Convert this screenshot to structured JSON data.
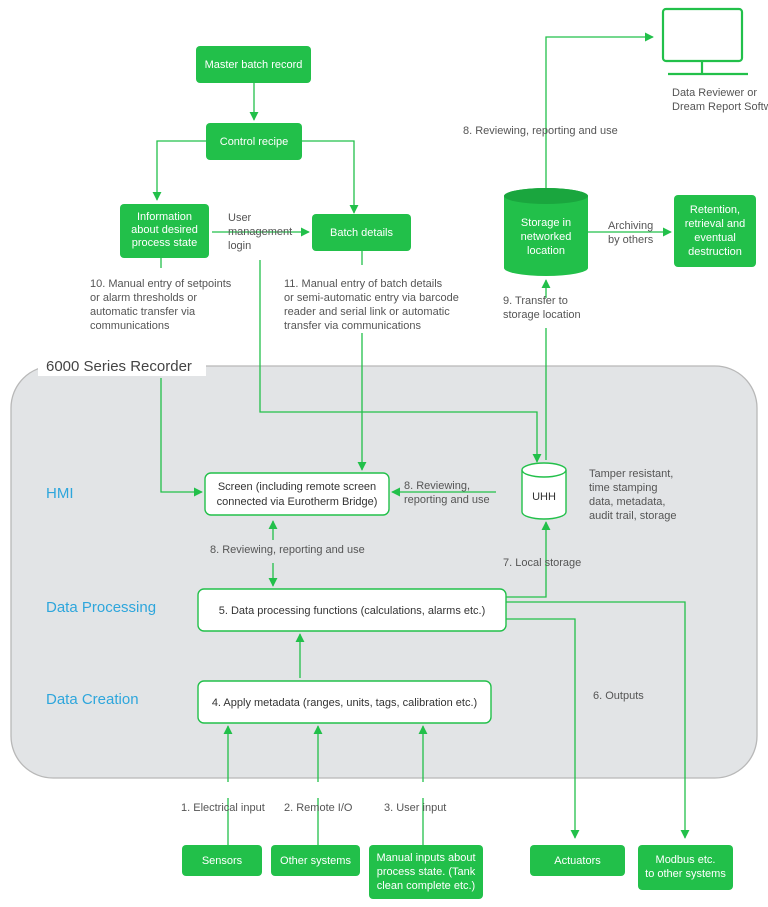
{
  "recorder_title": "6000 Series Recorder",
  "layers": {
    "hmi": "HMI",
    "data_processing": "Data Processing",
    "data_creation": "Data Creation"
  },
  "boxes": {
    "master_batch_record": "Master batch record",
    "control_recipe": "Control recipe",
    "information_desired_state": [
      "Information",
      "about desired",
      "process state"
    ],
    "batch_details": "Batch details",
    "storage_networked": [
      "Storage in",
      "networked",
      "location"
    ],
    "retention": [
      "Retention,",
      "retrieval and",
      "eventual",
      "destruction"
    ],
    "screen": [
      "Screen (including remote screen",
      "connected via Eurotherm Bridge)"
    ],
    "uhh": "UHH",
    "data_processing_functions": "5. Data processing functions (calculations, alarms etc.)",
    "apply_metadata": "4. Apply metadata (ranges, units, tags, calibration etc.)",
    "sensors": "Sensors",
    "other_systems": "Other systems",
    "manual_inputs": [
      "Manual inputs about",
      "process state. (Tank",
      "clean complete etc.)"
    ],
    "actuators": "Actuators",
    "modbus": [
      "Modbus etc.",
      "to other systems"
    ]
  },
  "labels": {
    "data_reviewer": [
      "Data Reviewer or",
      "Dream Report Software"
    ],
    "reviewing_top": "8. Reviewing, reporting and use",
    "user_management": [
      "User",
      "management",
      "login"
    ],
    "archiving": [
      "Archiving",
      "by others"
    ],
    "manual_entry_setpoints": [
      "10. Manual entry of setpoints",
      "or alarm thresholds or",
      "automatic transfer via",
      "communications"
    ],
    "manual_entry_batch": [
      "11. Manual entry of batch details",
      "or semi-automatic entry via barcode",
      "reader and serial link or automatic",
      "transfer via communications"
    ],
    "transfer_storage": [
      "9. Transfer to",
      "storage location"
    ],
    "tamper": [
      "Tamper resistant,",
      "time stamping",
      "data, metadata,",
      "audit trail, storage"
    ],
    "reviewing_hmi": [
      "8. Reviewing,",
      "reporting and use"
    ],
    "reviewing_screen": "8. Reviewing, reporting and use",
    "local_storage": "7. Local storage",
    "outputs": "6. Outputs",
    "electrical_input": "1. Electrical input",
    "remote_io": "2. Remote I/O",
    "user_input": "3. User input"
  },
  "icons": {
    "monitor": "monitor-icon",
    "cylinder_storage": "database-cylinder-icon",
    "uhh_cylinder": "database-cylinder-icon"
  },
  "colors": {
    "accent_green": "#22c04a",
    "layer_blue": "#2ea6dc",
    "recorder_fill": "#e2e4e6",
    "recorder_border": "#b8b8b8"
  }
}
